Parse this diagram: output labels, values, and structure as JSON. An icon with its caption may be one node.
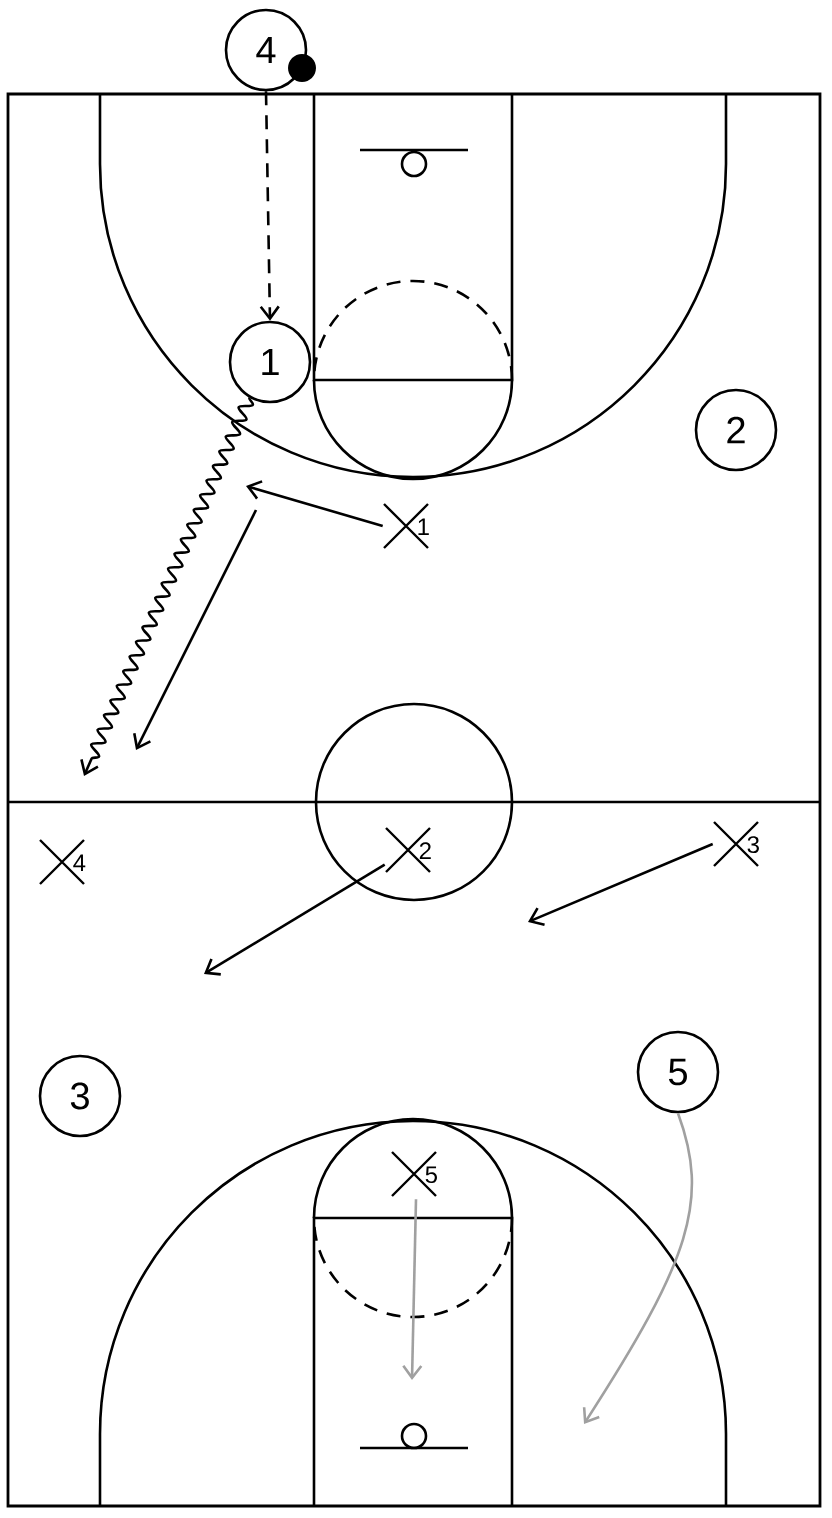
{
  "diagram": {
    "nodes": [
      {
        "text": [
          "1"
        ]
      },
      {
        "text": [
          "2"
        ]
      },
      {
        "text": [
          "3"
        ]
      },
      {
        "text": [
          "4"
        ]
      },
      {
        "text": [
          "5"
        ]
      },
      {
        "text": [
          "1"
        ]
      },
      {
        "text": [
          "2"
        ]
      },
      {
        "text": [
          "3"
        ]
      },
      {
        "text": [
          "4"
        ]
      },
      {
        "text": [
          "5"
        ]
      }
    ],
    "edges": [
      {
        "from": 3,
        "to": 0,
        "arrow": "to",
        "style": "dashed"
      },
      {
        "from": 0,
        "to": null,
        "arrow": "to"
      },
      {
        "from": 5,
        "to": null,
        "arrow": "to"
      },
      {
        "from": 6,
        "to": null,
        "arrow": "to"
      },
      {
        "from": 7,
        "to": null,
        "arrow": "to"
      },
      {
        "from": 9,
        "to": null,
        "arrow": "to",
        "color": "#a0a0a0"
      },
      {
        "from": 4,
        "to": null,
        "arrow": "to",
        "color": "#a0a0a0"
      }
    ]
  }
}
